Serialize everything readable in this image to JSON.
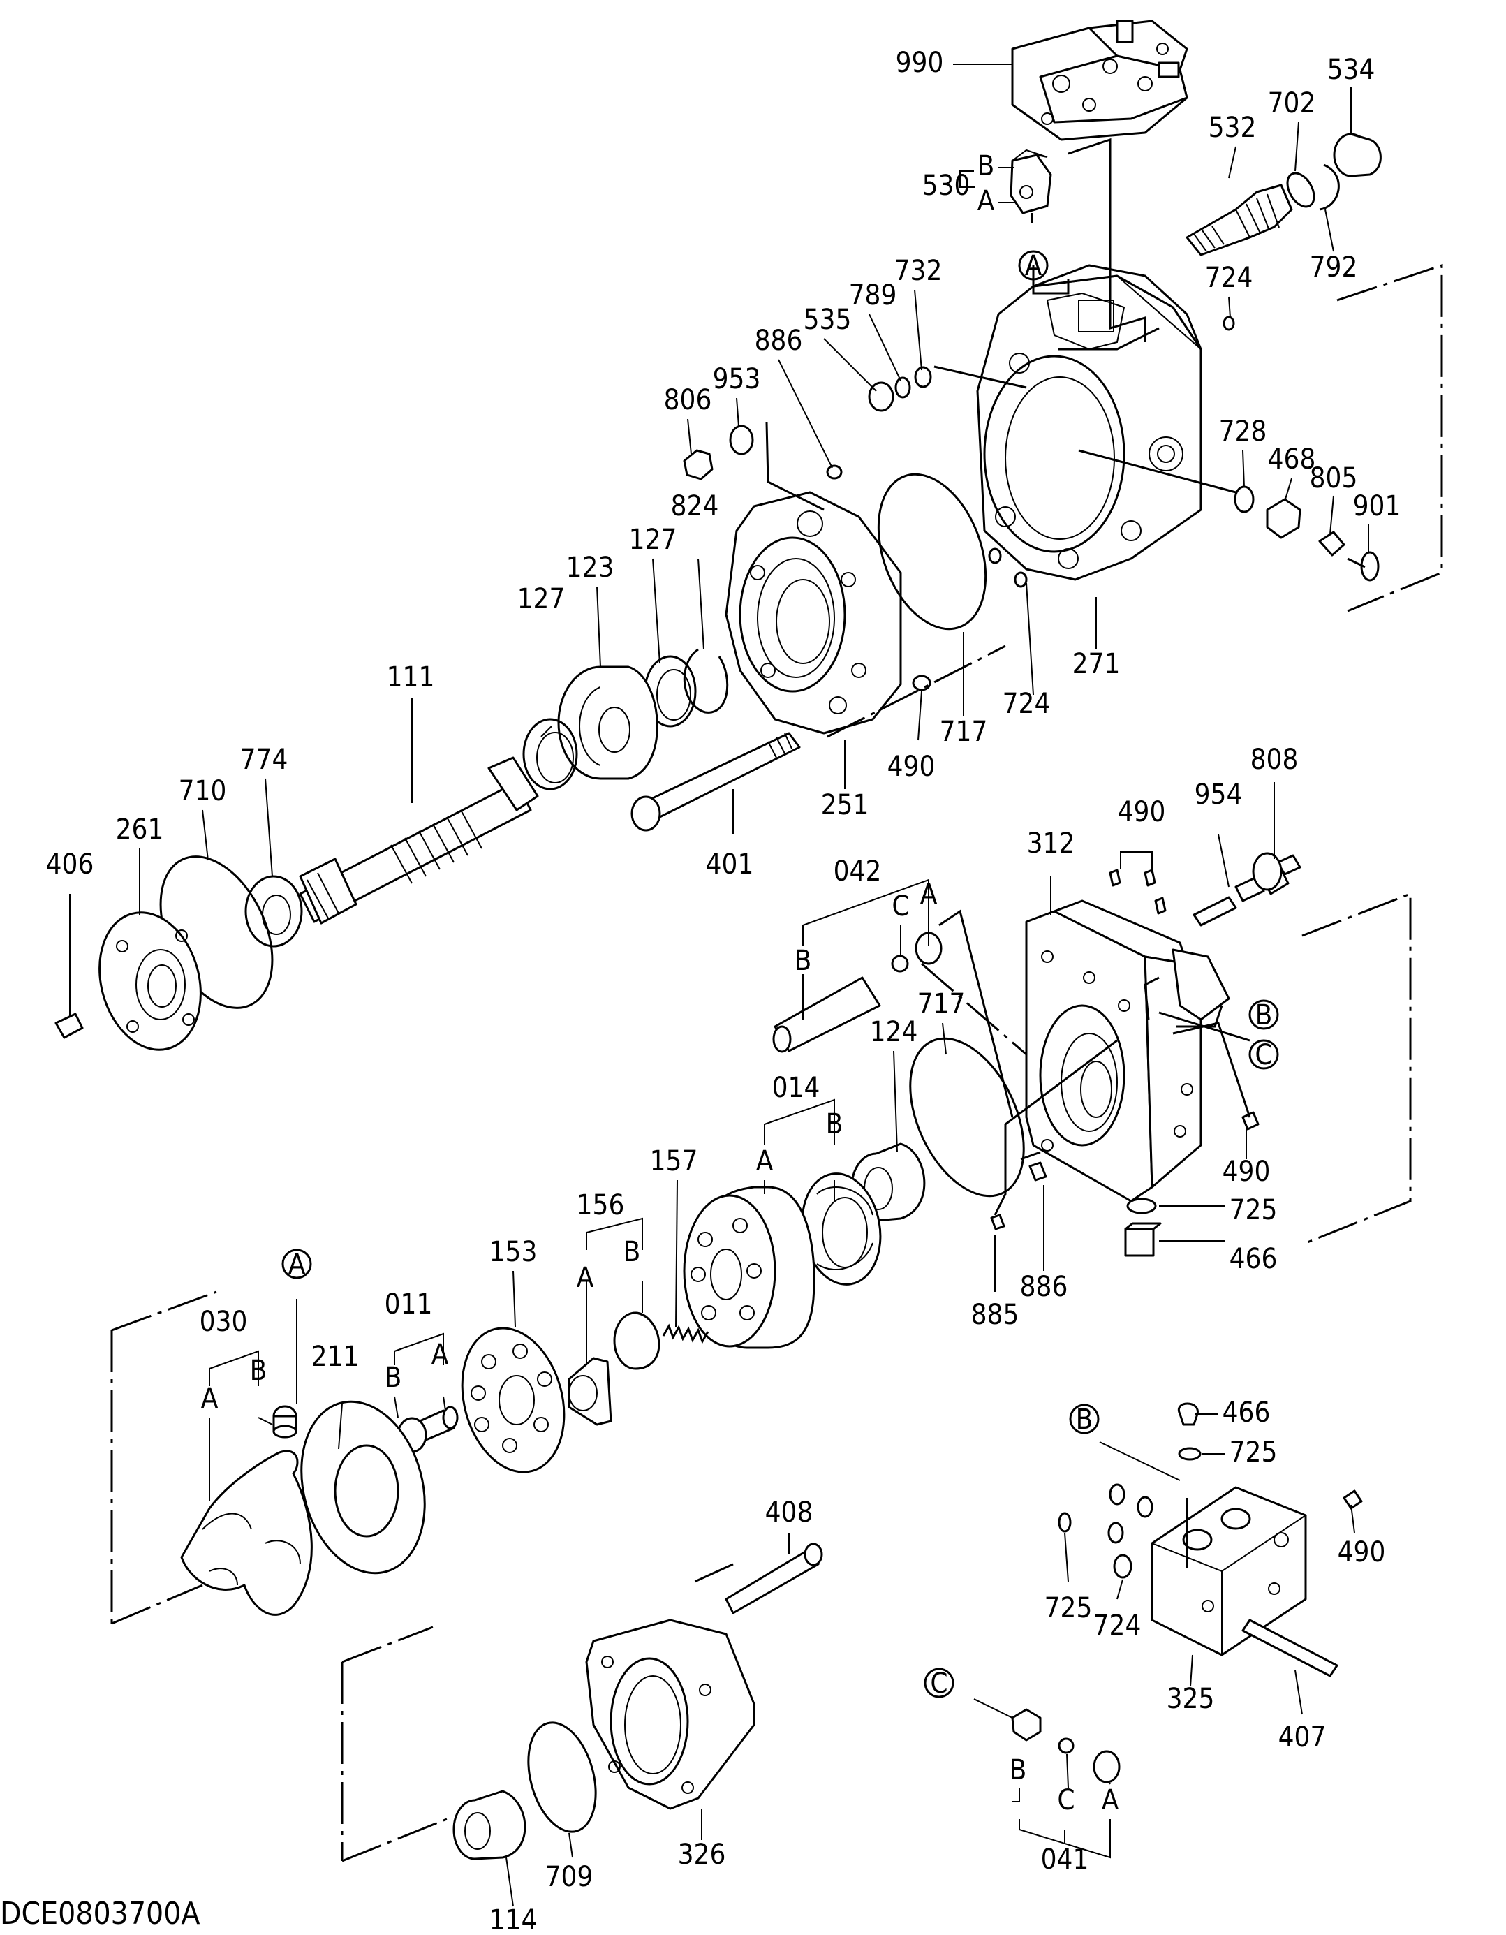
{
  "drawing_id": "DCE0803700A",
  "parts": {
    "p990": "990",
    "p534": "534",
    "p702": "702",
    "p532": "532",
    "p530": "530",
    "p792": "792",
    "p732": "732",
    "p789": "789",
    "p724a": "724",
    "p535": "535",
    "p886a": "886",
    "p953": "953",
    "p806": "806",
    "p728": "728",
    "p468": "468",
    "p805": "805",
    "p901": "901",
    "p824": "824",
    "p127a": "127",
    "p127b": "127",
    "p123": "123",
    "p271": "271",
    "p724b": "724",
    "p717a": "717",
    "p490a": "490",
    "p111": "111",
    "p774": "774",
    "p710": "710",
    "p261": "261",
    "p251": "251",
    "p406": "406",
    "p401": "401",
    "p808": "808",
    "p954": "954",
    "p490b": "490",
    "p312": "312",
    "p042": "042",
    "p717b": "717",
    "p124": "124",
    "p014": "014",
    "p490c": "490",
    "p725a": "725",
    "p466a": "466",
    "p157": "157",
    "p156": "156",
    "p886b": "886",
    "p885": "885",
    "p153": "153",
    "p011": "011",
    "p030": "030",
    "p211": "211",
    "p466b": "466",
    "p725b": "725",
    "p408": "408",
    "p490d": "490",
    "p725c": "725",
    "p724c": "724",
    "p325": "325",
    "p407": "407",
    "p709": "709",
    "p326": "326",
    "p114": "114",
    "p041": "041"
  },
  "sub_parts": {
    "s530_B": "B",
    "s530_A": "A",
    "s042_B": "B",
    "s042_C": "C",
    "s042_A": "A",
    "s014_A": "A",
    "s014_B": "B",
    "s156_A": "A",
    "s156_B": "B",
    "s011_B": "B",
    "s011_A": "A",
    "s030_A": "A",
    "s030_B": "B",
    "s041_B": "B",
    "s041_C": "C",
    "s041_A": "A"
  },
  "reference_markers": {
    "r_A_top": "A",
    "r_B_block": "B",
    "r_C_block": "C",
    "r_A_left": "A",
    "r_B_detail": "B",
    "r_C_detail": "C"
  }
}
